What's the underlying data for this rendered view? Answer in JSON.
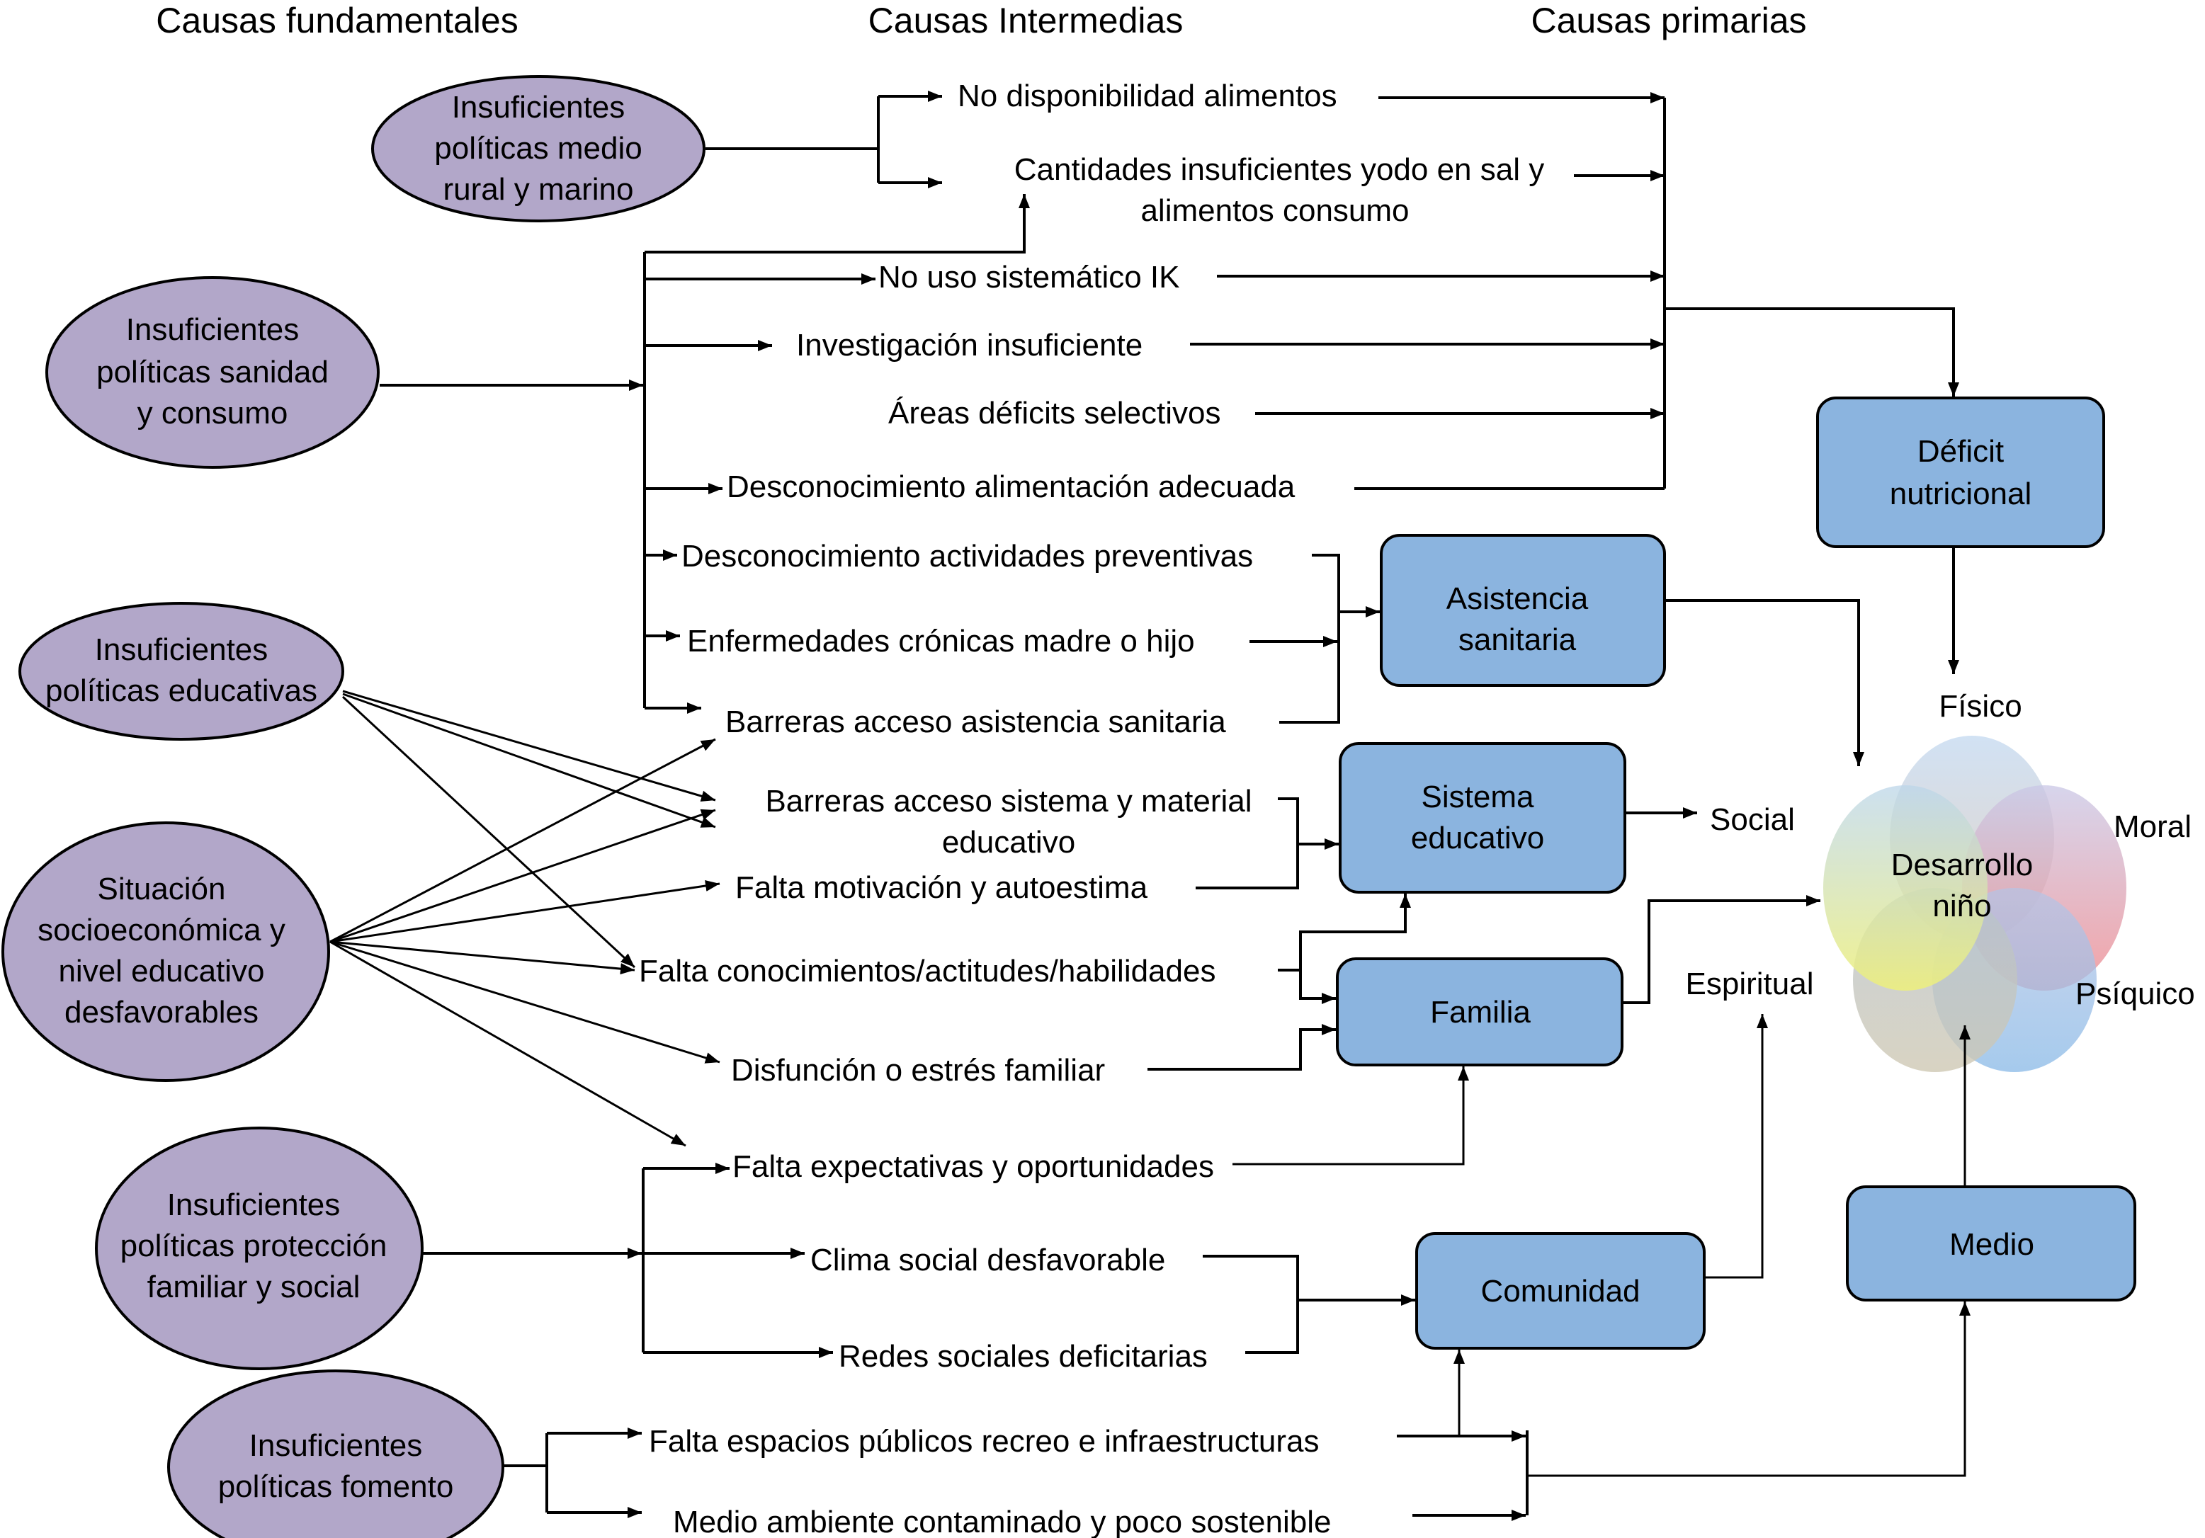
{
  "headers": {
    "fundamental": "Causas fundamentales",
    "intermediate": "Causas Intermedias",
    "primary": "Causas primarias"
  },
  "colors": {
    "ellipse_fill": "#b2a7c9",
    "box_fill": "#8bb4df",
    "line": "#000000",
    "venn_fisico": "#c5cde0",
    "venn_moral": "#e59aa8",
    "venn_psiquico": "#9cc3e8",
    "venn_espiritual": "#c0c4c0",
    "venn_social": "#e4e98a"
  },
  "fundamental_causes": [
    {
      "id": "rural",
      "lines": [
        "Insuficientes",
        "políticas medio",
        "rural y marino"
      ]
    },
    {
      "id": "sanidad",
      "lines": [
        "Insuficientes",
        "políticas sanidad",
        "y consumo"
      ]
    },
    {
      "id": "educativas",
      "lines": [
        "Insuficientes",
        "políticas educativas"
      ]
    },
    {
      "id": "socioeco",
      "lines": [
        "Situación",
        "socioeconómica y",
        "nivel educativo",
        "desfavorables"
      ]
    },
    {
      "id": "proteccion",
      "lines": [
        "Insuficientes",
        "políticas protección",
        "familiar y social"
      ]
    },
    {
      "id": "fomento",
      "lines": [
        "Insuficientes",
        "políticas fomento"
      ]
    }
  ],
  "intermediate_causes": [
    {
      "id": "no_disp",
      "lines": [
        "No disponibilidad alimentos"
      ]
    },
    {
      "id": "yodo",
      "lines": [
        "Cantidades insuficientes yodo en sal y",
        "alimentos consumo"
      ]
    },
    {
      "id": "ik",
      "lines": [
        "No uso sistemático IK"
      ]
    },
    {
      "id": "investigacion",
      "lines": [
        "Investigación insuficiente"
      ]
    },
    {
      "id": "areas",
      "lines": [
        "Áreas déficits selectivos"
      ]
    },
    {
      "id": "desc_alim",
      "lines": [
        "Desconocimiento alimentación adecuada"
      ]
    },
    {
      "id": "desc_prev",
      "lines": [
        "Desconocimiento actividades preventivas"
      ]
    },
    {
      "id": "cronicas",
      "lines": [
        "Enfermedades crónicas madre o hijo"
      ]
    },
    {
      "id": "barreras_san",
      "lines": [
        "Barreras acceso asistencia sanitaria"
      ]
    },
    {
      "id": "barreras_edu",
      "lines": [
        "Barreras acceso sistema y material",
        "educativo"
      ]
    },
    {
      "id": "motivacion",
      "lines": [
        "Falta motivación y autoestima"
      ]
    },
    {
      "id": "conocimientos",
      "lines": [
        "Falta conocimientos/actitudes/habilidades"
      ]
    },
    {
      "id": "disfuncion",
      "lines": [
        "Disfunción o estrés familiar"
      ]
    },
    {
      "id": "expectativas",
      "lines": [
        "Falta expectativas y oportunidades"
      ]
    },
    {
      "id": "clima",
      "lines": [
        "Clima social desfavorable"
      ]
    },
    {
      "id": "redes",
      "lines": [
        "Redes sociales deficitarias"
      ]
    },
    {
      "id": "espacios",
      "lines": [
        "Falta espacios públicos recreo e infraestructuras"
      ]
    },
    {
      "id": "medio_amb",
      "lines": [
        "Medio ambiente contaminado y poco sostenible"
      ]
    }
  ],
  "primary_causes": [
    {
      "id": "deficit",
      "lines": [
        "Déficit",
        "nutricional"
      ]
    },
    {
      "id": "asistencia",
      "lines": [
        "Asistencia",
        "sanitaria"
      ]
    },
    {
      "id": "sistema",
      "lines": [
        "Sistema",
        "educativo"
      ]
    },
    {
      "id": "familia",
      "lines": [
        "Familia"
      ]
    },
    {
      "id": "comunidad",
      "lines": [
        "Comunidad"
      ]
    },
    {
      "id": "medio",
      "lines": [
        "Medio"
      ]
    }
  ],
  "outcome": {
    "center_lines": [
      "Desarrollo",
      "niño"
    ],
    "dimensions": {
      "fisico": "Físico",
      "moral": "Moral",
      "psiquico": "Psíquico",
      "espiritual": "Espiritual",
      "social": "Social"
    }
  }
}
